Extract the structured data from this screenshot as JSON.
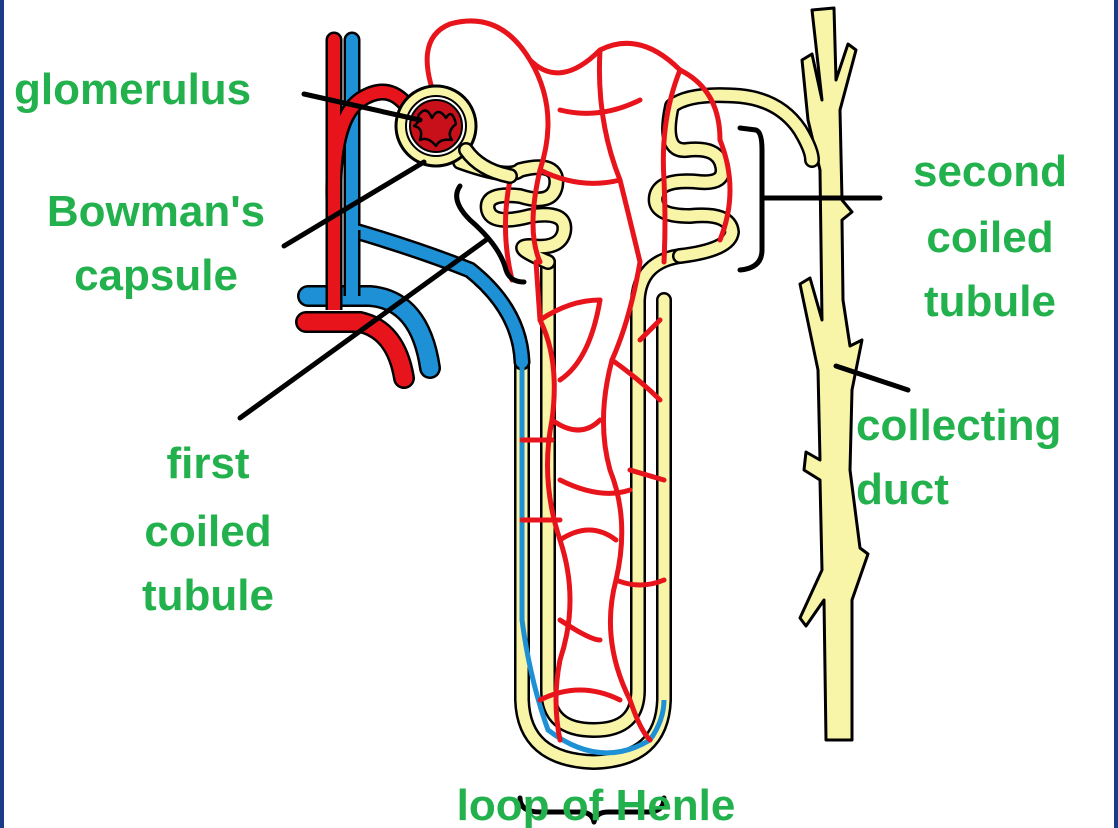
{
  "labels": {
    "glomerulus": "glomerulus",
    "bowmans_1": "Bowman's",
    "bowmans_2": "capsule",
    "first_1": "first",
    "first_2": "coiled",
    "first_3": "tubule",
    "second_1": "second",
    "second_2": "coiled",
    "second_3": "tubule",
    "collecting_1": "collecting",
    "collecting_2": "duct",
    "henle": "loop of Henle"
  },
  "colors": {
    "label_green": "#22b14c",
    "artery_red": "#e8141b",
    "vein_blue": "#1e90d6",
    "tubule_yellow": "#f8f4a8",
    "outline": "#000000",
    "frame_blue": "#1a3a8a"
  }
}
